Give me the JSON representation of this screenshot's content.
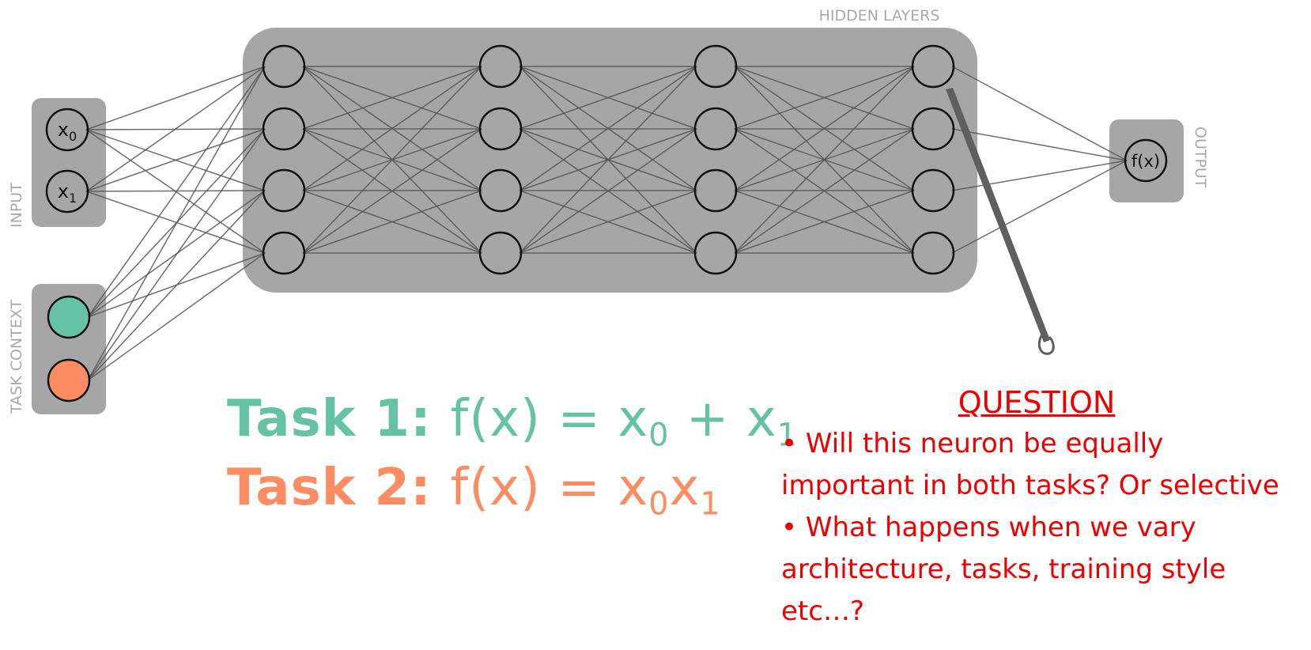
{
  "labels": {
    "input": "INPUT",
    "task_context": "TASK CONTEXT",
    "hidden_layers": "HIDDEN LAYERS",
    "output": "OUTPUT"
  },
  "nodes": {
    "input_0": {
      "base": "x",
      "sub": "0"
    },
    "input_1": {
      "base": "x",
      "sub": "1"
    },
    "output": "f(x)"
  },
  "network": {
    "hidden_layers": 4,
    "neurons_per_layer": 4,
    "inputs": 2,
    "context_units": 2,
    "outputs": 1
  },
  "tasks": [
    {
      "label": "Task 1:",
      "fx": "f(x) = x",
      "sub_a": "0",
      "op": " + x",
      "sub_b": "1"
    },
    {
      "label": "Task 2:",
      "fx": "f(x) = x",
      "sub_a": "0",
      "op": "x",
      "sub_b": "1"
    }
  ],
  "question": {
    "heading": "QUESTION",
    "bullets": [
      "• Will this neuron be equally",
      "important in both tasks? Or selective",
      "• What happens when we vary",
      "architecture, tasks, training style",
      "etc…?"
    ]
  },
  "colors": {
    "task1": "#66c2a5",
    "task2": "#fc8d62",
    "panel": "#a6a6a6",
    "question": "#ee0000",
    "labels": "#a9a9a9"
  },
  "icons": {
    "pointer": "probe-needle-icon"
  }
}
